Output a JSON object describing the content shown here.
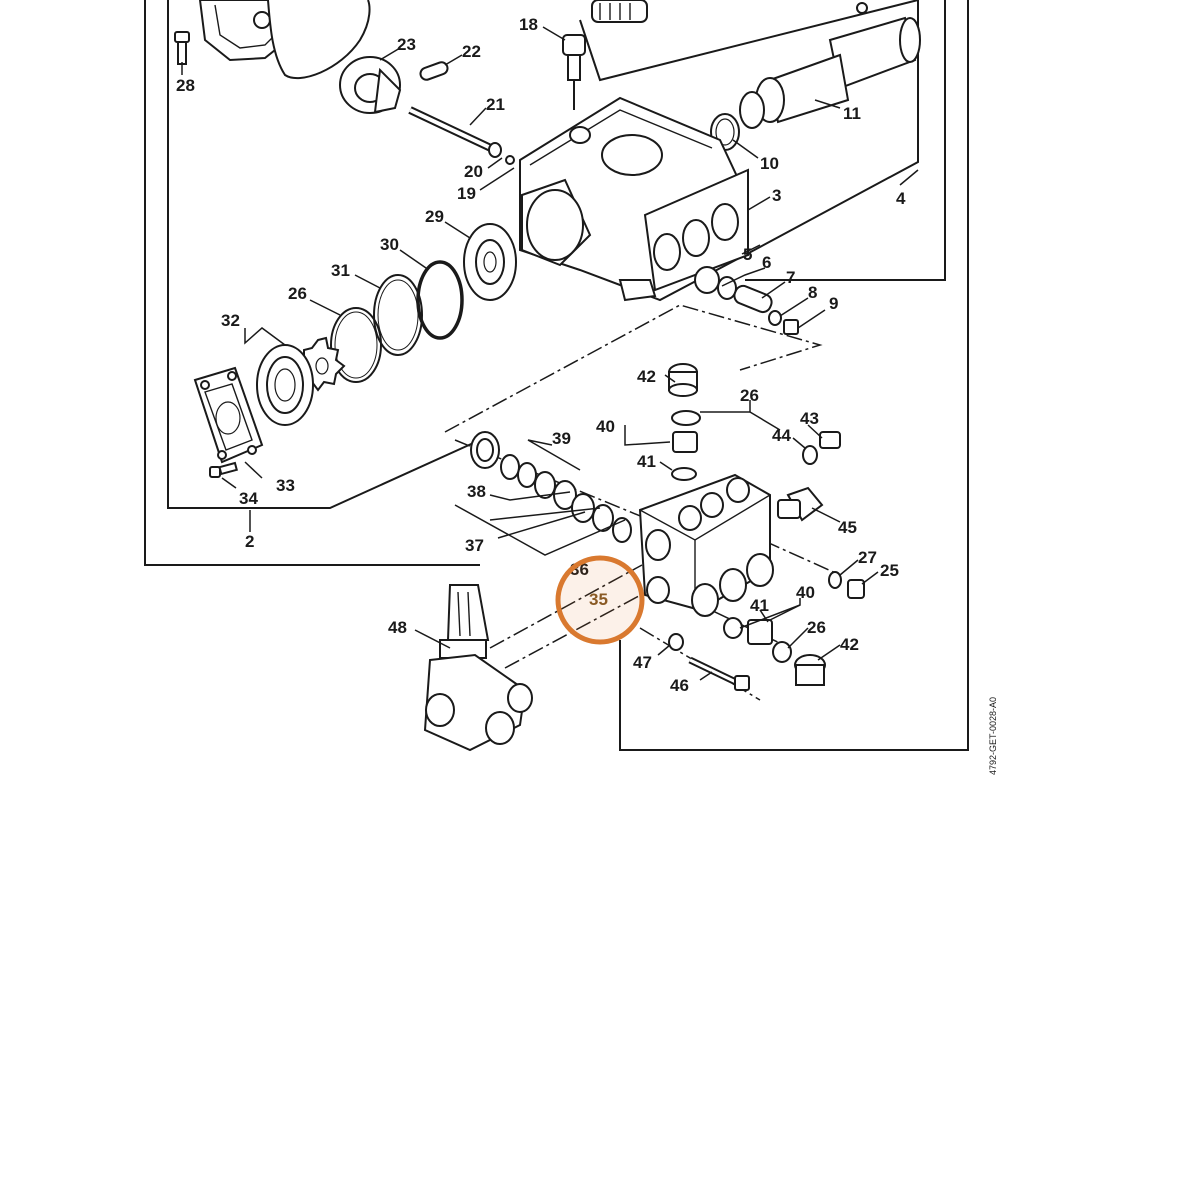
{
  "diagram": {
    "drawing_code": "4792-GET-0028-A0",
    "highlight": {
      "label": "35",
      "color": "#d9792f"
    },
    "labels": {
      "l2": "2",
      "l3": "3",
      "l4": "4",
      "l5": "5",
      "l6": "6",
      "l7": "7",
      "l8": "8",
      "l9": "9",
      "l10": "10",
      "l11": "11",
      "l18": "18",
      "l19": "19",
      "l20": "20",
      "l21": "21",
      "l22": "22",
      "l23": "23",
      "l25": "25",
      "l26a": "26",
      "l26b": "26",
      "l26c": "26",
      "l27": "27",
      "l28": "28",
      "l29": "29",
      "l30": "30",
      "l31": "31",
      "l32": "32",
      "l33": "33",
      "l34": "34",
      "l36": "36",
      "l37": "37",
      "l38": "38",
      "l39": "39",
      "l40a": "40",
      "l40b": "40",
      "l41a": "41",
      "l41b": "41",
      "l42a": "42",
      "l42b": "42",
      "l43": "43",
      "l44": "44",
      "l45": "45",
      "l46": "46",
      "l47": "47",
      "l48": "48"
    }
  }
}
